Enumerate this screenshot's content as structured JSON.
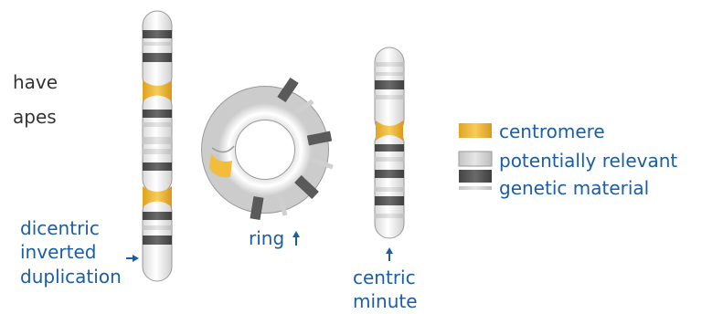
{
  "intro_text": [
    "have",
    "apes"
  ],
  "labels": {
    "dicentric": [
      "dicentric",
      "inverted",
      "duplication"
    ],
    "ring": "ring",
    "centric_minute": [
      "centric",
      "minute"
    ]
  },
  "legend": {
    "centromere": "centromere",
    "material_line1": "potentially relevant",
    "material_line2": "genetic material"
  },
  "colors": {
    "label_blue": "#1a5ea8",
    "centromere_gold": "#f2bd3c",
    "dark_band": "#5a5a5a",
    "light_band": "#d8d8d8",
    "chromosome_body": "#f4f4f4",
    "outline": "#9a9a9a"
  }
}
